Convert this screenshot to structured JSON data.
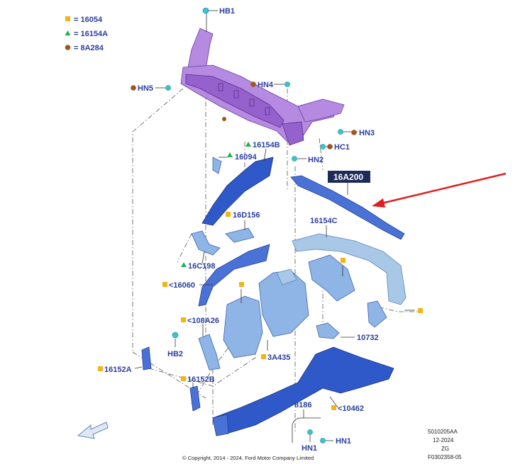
{
  "legend": {
    "items": [
      {
        "symbol": "square",
        "color": "#f2b416",
        "label": "= 16054"
      },
      {
        "symbol": "triangle",
        "color": "#22b14c",
        "label": "= 16154A"
      },
      {
        "symbol": "circle",
        "color": "#a0561c",
        "label": "= 8A284"
      }
    ]
  },
  "colors": {
    "square": "#f2b416",
    "triangle": "#22b14c",
    "circle": "#a0561c",
    "label_text": "#2c3fa0",
    "highlight_box": "#1e2a5a",
    "arrow": "#e02020",
    "fastener": "#37c6d0"
  },
  "labels": {
    "hb1": "HB1",
    "hn5": "HN5",
    "hn4": "HN4",
    "hn3": "HN3",
    "hc1": "HC1",
    "hn2": "HN2",
    "p16154b": "16154B",
    "p16094": "16094",
    "p16a200": "16A200",
    "p16d156": "16D156",
    "p16154c": "16154C",
    "p16c198": "16C198",
    "p16060": "<16060",
    "p108a26": "<108A26",
    "hb2": "HB2",
    "p10732": "10732",
    "p3a435": "3A435",
    "p16152a": "16152A",
    "p16152b": "16152B",
    "p8186": "8186",
    "p10462": "<10462",
    "hn1a": "HN1",
    "hn1b": "HN1"
  },
  "footer": {
    "copyright": "© Copyright, 2014 - 2024, Ford Motor Company Limited",
    "code1": "5010205AA",
    "code2": "12-2024",
    "code3": "ZG",
    "code4": "F0302358-05"
  },
  "icons": {
    "direction": "front-direction-arrow-icon",
    "callout": "red-callout-arrow-icon"
  }
}
